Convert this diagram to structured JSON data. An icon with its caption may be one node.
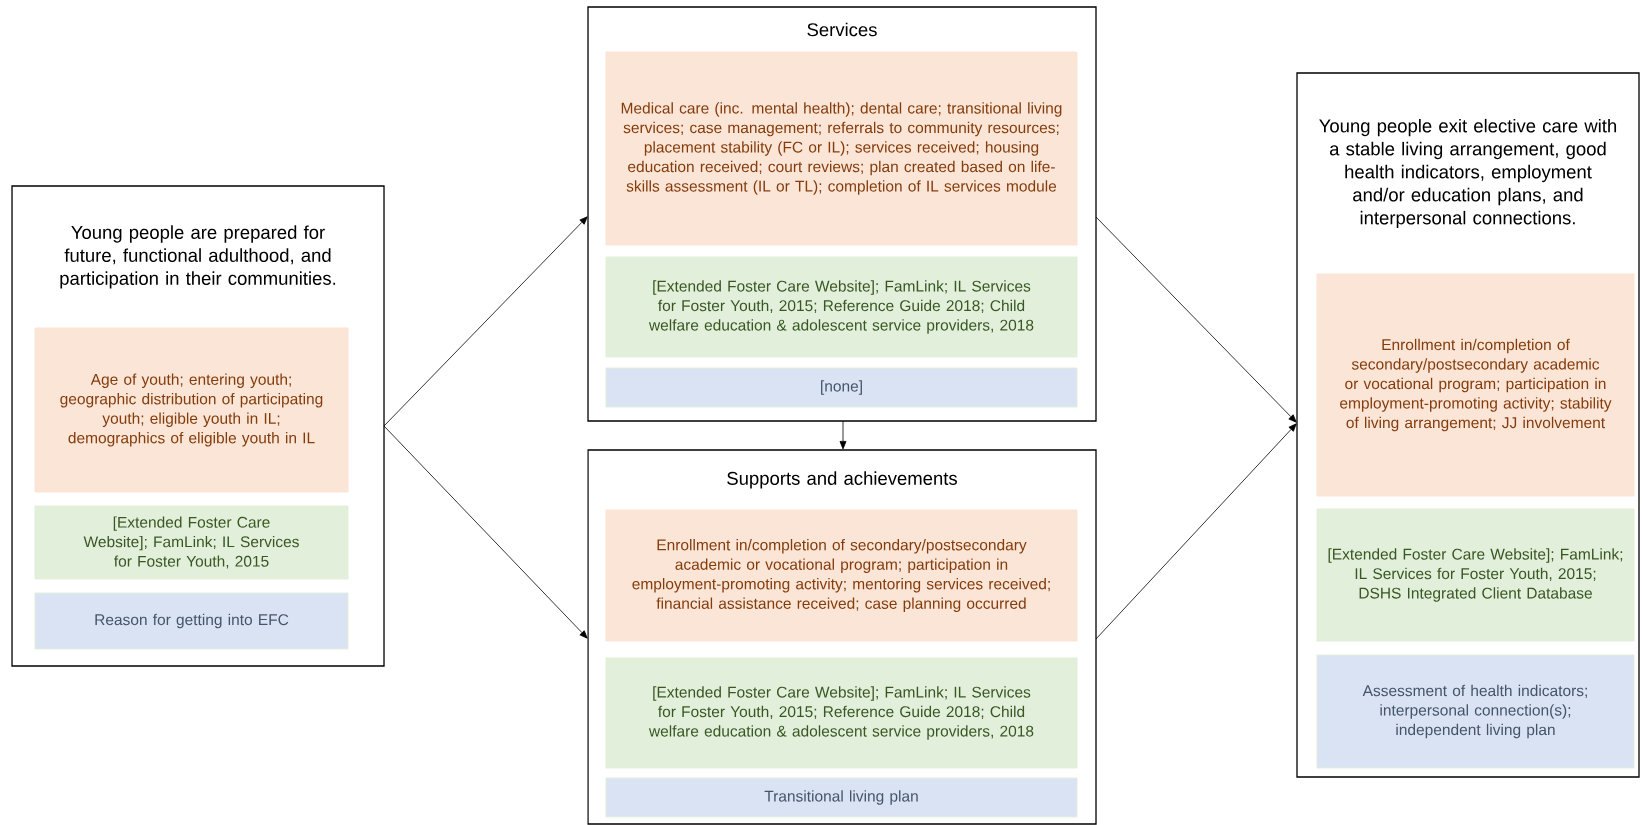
{
  "diagram": {
    "nodes": [
      {
        "text": [
          "Young people are prepared for future, functional adulthood, and participation in their communities."
        ]
      },
      {
        "text": [
          "Age of youth; entering youth; geographic distribution of participating youth; eligible youth in IL; demographics of eligible youth in IL"
        ],
        "in": 0
      },
      {
        "text": [
          "[Extended Foster Care Website]; FamLink; IL Services for Foster Youth, 2015"
        ],
        "in": 0
      },
      {
        "text": [
          "Reason for getting into EFC"
        ],
        "in": 0
      },
      {
        "text": [
          "Services"
        ]
      },
      {
        "text": [
          "Medical care (inc. mental health); dental care; transitional living services; case management; referrals to community resources; placement stability (FC or IL); services received; housing education received; court reviews; plan created based on life-skills assessment (IL or TL); completion of IL services module"
        ],
        "in": 4
      },
      {
        "text": [
          "[Extended Foster Care Website]; FamLink; IL Services for Foster Youth, 2015; Reference Guide 2018; Child welfare education & adolescent service providers, 2018"
        ],
        "in": 4
      },
      {
        "text": [
          "[none]"
        ],
        "in": 4
      },
      {
        "text": [
          "Supports and achievements"
        ]
      },
      {
        "text": [
          "Enrollment in/completion of secondary/postsecondary academic or vocational program; participation in employment-promoting activity; mentoring services received; financial assistance received; case planning occurred"
        ],
        "in": 8
      },
      {
        "text": [
          "[Extended Foster Care Website]; FamLink; IL Services for Foster Youth, 2015; Reference Guide 2018; Child welfare education & adolescent service providers, 2018"
        ],
        "in": 8
      },
      {
        "text": [
          "Transitional living plan"
        ],
        "in": 8
      },
      {
        "text": [
          "Young people exit elective care with a stable living arrangement, good health indicators, employment and/or education plans, and interpersonal connections."
        ]
      },
      {
        "text": [
          "Enrollment in/completion of secondary/postsecondary academic or vocational program; participation in employment-promoting activity; stability of living arrangement; JJ involvement"
        ],
        "in": 12
      },
      {
        "text": [
          "[Extended Foster Care Website]; FamLink; IL Services for Foster Youth, 2015; DSHS Integrated Client Database"
        ],
        "in": 12
      },
      {
        "text": [
          "Assessment of health indicators; interpersonal connection(s); independent living plan"
        ],
        "in": 12
      }
    ],
    "edges": [
      {
        "from": 0,
        "to": 4,
        "arrow": "to"
      },
      {
        "from": 0,
        "to": 8,
        "arrow": "to"
      },
      {
        "from": 4,
        "to": 8,
        "arrow": "to"
      },
      {
        "from": 4,
        "to": 12,
        "arrow": "to"
      },
      {
        "from": 8,
        "to": 12,
        "arrow": "to"
      }
    ]
  }
}
